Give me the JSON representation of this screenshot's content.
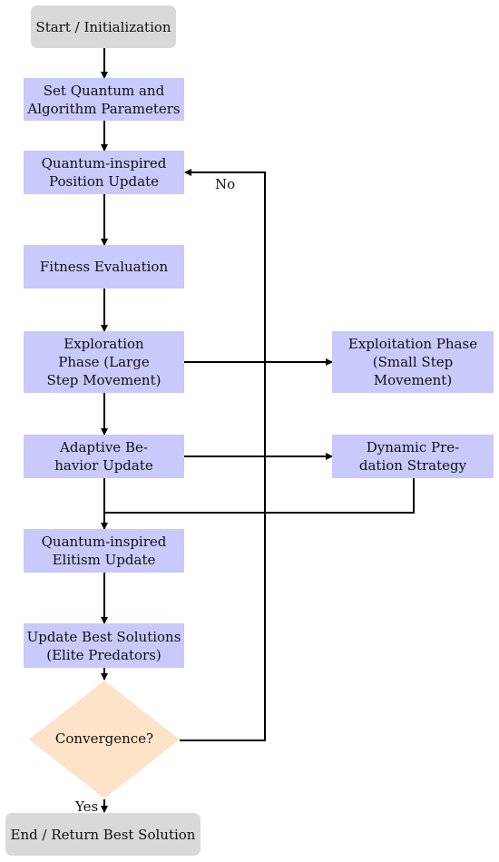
{
  "colors": {
    "terminal_fill": "#d9d9d9",
    "process_fill": "#c9c9fb",
    "decision_fill": "#fde3c8",
    "edge_color": "#000000"
  },
  "nodes": {
    "start": "Start / Initialization",
    "set_params": "Set Quantum and\nAlgorithm Parameters",
    "position_update": "Quantum-inspired\nPosition Update",
    "fitness": "Fitness Evaluation",
    "exploration": "Exploration\nPhase (Large\nStep Movement)",
    "exploitation": "Exploitation Phase\n(Small Step\nMovement)",
    "adaptive": "Adaptive Be-\nhavior Update",
    "predation": "Dynamic Pre-\ndation Strategy",
    "elitism": "Quantum-inspired\nElitism Update",
    "best_solutions": "Update Best Solutions\n(Elite Predators)",
    "convergence": "Convergence?",
    "end": "End / Return Best Solution"
  },
  "edge_labels": {
    "no": "No",
    "yes": "Yes"
  }
}
